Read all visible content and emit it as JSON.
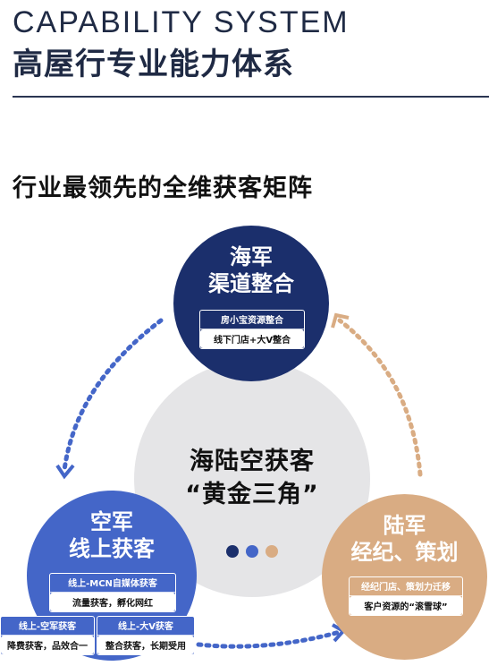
{
  "header": {
    "title_en": "CAPABILITY SYSTEM",
    "title_cn": "高屋行专业能力体系"
  },
  "subtitle": "行业最领先的全维获客矩阵",
  "center": {
    "line1": "海陆空获客",
    "line2": "“黄金三角”",
    "dot_colors": [
      "#1b2f6c",
      "#4466c8",
      "#d9ac83"
    ]
  },
  "navy": {
    "line1": "海军",
    "line2": "渠道整合",
    "tag_top": "房小宝资源整合",
    "tag_bottom": "线下门店+大V整合",
    "color": "#1b2f6c"
  },
  "army": {
    "line1": "陆军",
    "line2": "经纪、策划",
    "tag_top": "经纪门店、策划力迁移",
    "tag_bottom": "客户资源的“滚雪球”",
    "color": "#d9ac83"
  },
  "air": {
    "line1": "空军",
    "line2": "线上获客",
    "tag_top": "线上-MCN自媒体获客",
    "tag_bottom": "流量获客，孵化网红",
    "color": "#4466c8",
    "sub1_top": "线上-空军获客",
    "sub1_bottom": "降费获客，品效合一",
    "sub2_top": "线上-大V获客",
    "sub2_bottom": "整合获客，长期受用"
  }
}
